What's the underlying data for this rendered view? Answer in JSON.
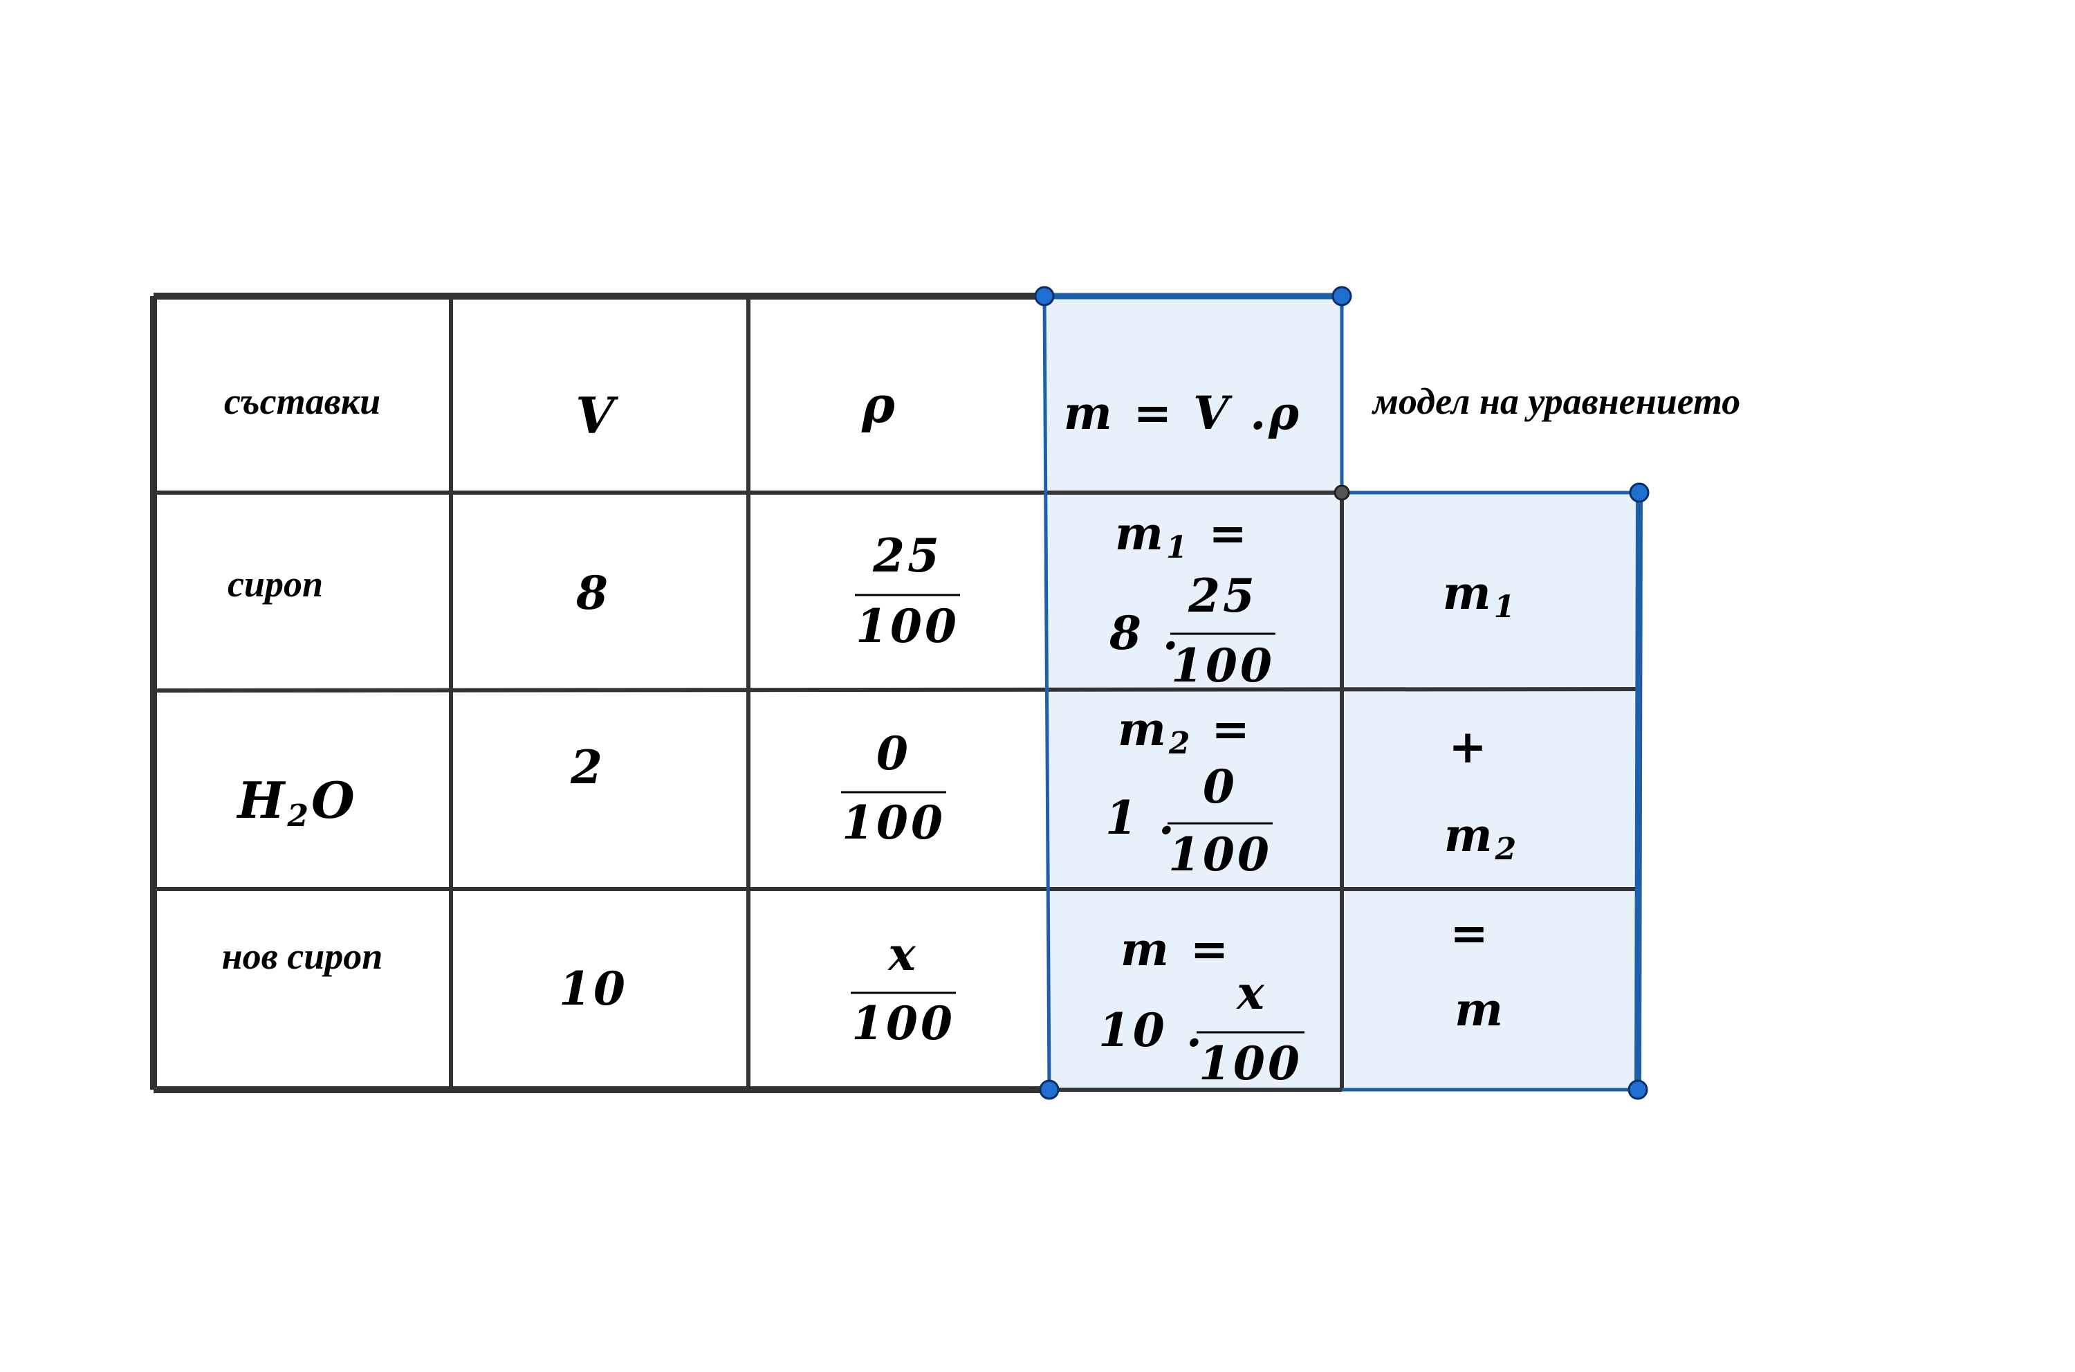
{
  "colors": {
    "shade_fill": "#e8f0fa",
    "shade_stroke": "#1f5fa8",
    "grid": "#333333",
    "point_fill": "#1f6fd0",
    "point_gray": "#555555"
  },
  "table": {
    "header": {
      "ingredients": "съставки",
      "volume": "V",
      "density": "ρ",
      "mass_formula": "m = V .ρ",
      "model_label": "модел на уравнението"
    },
    "rows": [
      {
        "name": "сироп",
        "volume": "8",
        "density_num": "25",
        "density_den": "100",
        "mass_lhs": "m",
        "mass_sub": "1",
        "mass_eq": " =",
        "mass_coef": "8 .",
        "mass_num": "25",
        "mass_den": "100",
        "model_m": "m",
        "model_sub": "1"
      },
      {
        "name_main": "H",
        "name_sub": "2",
        "name_rest": "O",
        "volume": "2",
        "density_num": "0",
        "density_den": "100",
        "mass_lhs": "m",
        "mass_sub": "2",
        "mass_eq": " =",
        "mass_coef": "1 .",
        "mass_num": "0",
        "mass_den": "100",
        "model_op": "+",
        "model_m": "m",
        "model_sub": "2"
      },
      {
        "name": "нов сироп",
        "volume": "10",
        "density_num": "x",
        "density_den": "100",
        "mass_lhs": "m =",
        "mass_coef": "10 .",
        "mass_num": "x",
        "mass_den": "100",
        "model_op": "=",
        "model_m": "m"
      }
    ]
  }
}
